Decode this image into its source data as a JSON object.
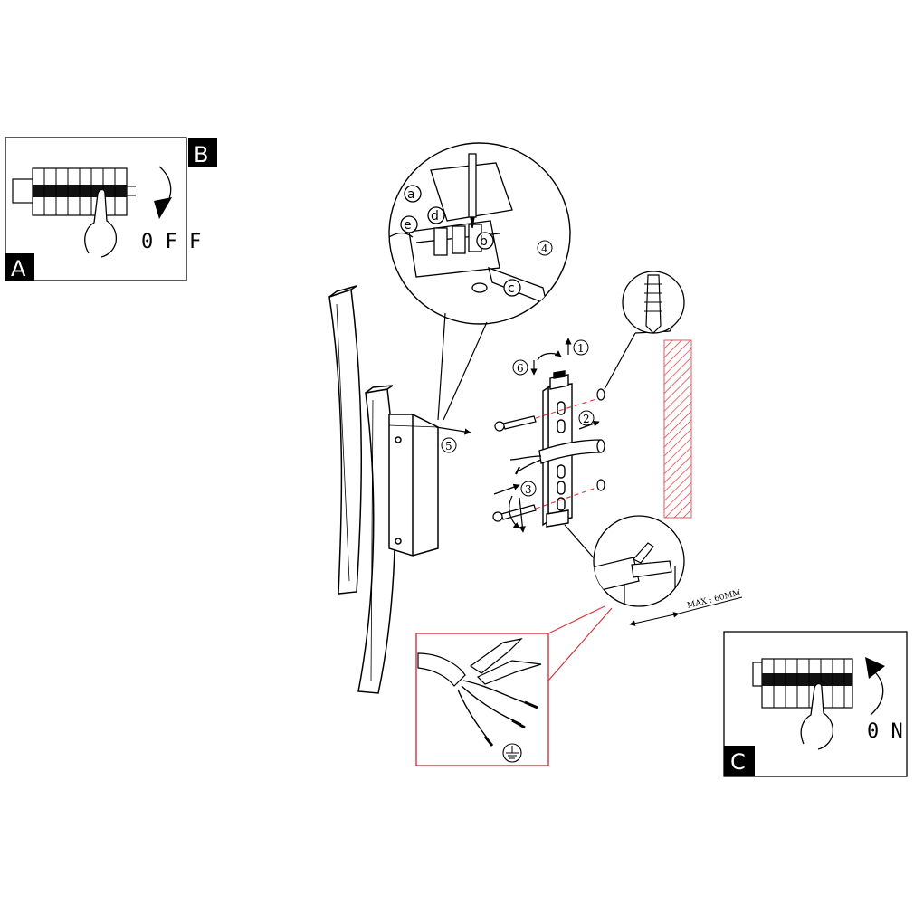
{
  "panels": {
    "off": {
      "letter_a": "A",
      "letter_b": "B",
      "switch_label": "0 F F"
    },
    "on": {
      "letter_c": "C",
      "switch_label": "0 N"
    }
  },
  "callouts": {
    "steps": [
      "1",
      "2",
      "3",
      "4",
      "5",
      "6"
    ],
    "terminals": [
      "a",
      "b",
      "c",
      "d",
      "e"
    ]
  },
  "dimension": {
    "strip_length": "MAX : 60MM"
  },
  "colors": {
    "line": "#000000",
    "wall_hatch": "#e0303a",
    "detail_frame": "#d9343c",
    "guide_dash": "#e0303a"
  },
  "icons": [
    "hand-icon",
    "arrow-icon",
    "ground-icon",
    "pliers-icon",
    "screwdriver-icon",
    "wall-plug-icon"
  ]
}
